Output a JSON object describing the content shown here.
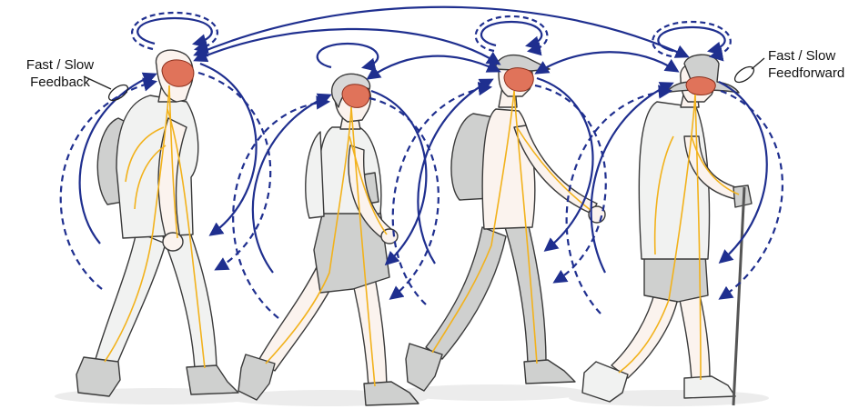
{
  "labels": {
    "feedback_line1": "Fast / Slow",
    "feedback_line2": "Feedback",
    "feedforward_line1": "Fast / Slow",
    "feedforward_line2": "Feedforward"
  },
  "colors": {
    "arrow": "#1f2f8f",
    "brain": "#e0735a",
    "brain_outline": "#8a2f1c",
    "nerve": "#f2b21c",
    "skin": "#fbf3ee",
    "clothing_light": "#f1f2f1",
    "clothing_gray": "#cfd0cf",
    "outline": "#3a3a3a",
    "shadow": "#ececec"
  },
  "figures": [
    {
      "id": "walker-1",
      "icon": "man-walking-icon"
    },
    {
      "id": "walker-2",
      "icon": "woman-walking-icon"
    },
    {
      "id": "walker-3",
      "icon": "woman-backpack-walking-icon"
    },
    {
      "id": "walker-4",
      "icon": "older-man-cane-walking-icon"
    }
  ]
}
